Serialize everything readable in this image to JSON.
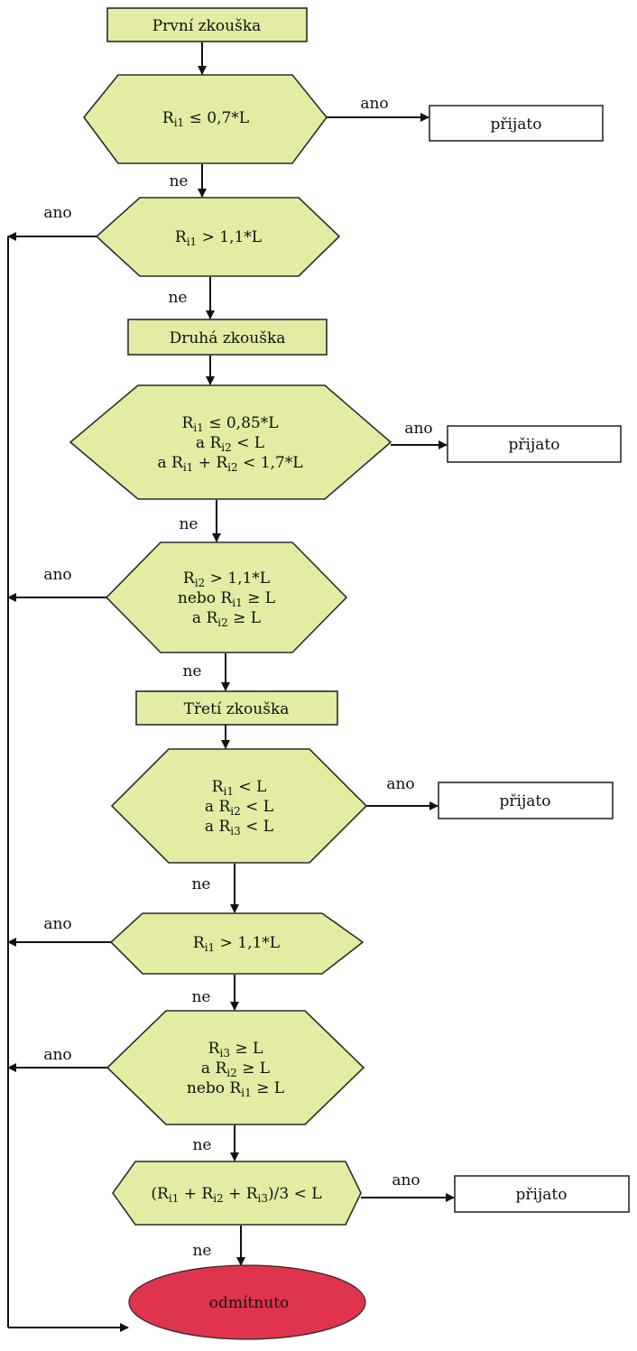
{
  "stages": {
    "first": "První zkouška",
    "second": "Druhá zkouška",
    "third": "Třetí zkouška"
  },
  "decisions": {
    "d1": [
      [
        {
          "t": "R"
        },
        {
          "t": "i1",
          "sub": true
        },
        {
          "t": " ≤ 0,7*L"
        }
      ]
    ],
    "d2": [
      [
        {
          "t": "R"
        },
        {
          "t": "i1",
          "sub": true
        },
        {
          "t": " > 1,1*L"
        }
      ]
    ],
    "d3": [
      [
        {
          "t": "R"
        },
        {
          "t": "i1",
          "sub": true
        },
        {
          "t": " ≤ 0,85*L"
        }
      ],
      [
        {
          "t": "a R"
        },
        {
          "t": "i2",
          "sub": true
        },
        {
          "t": " < L"
        }
      ],
      [
        {
          "t": "a R"
        },
        {
          "t": "i1",
          "sub": true
        },
        {
          "t": " + R"
        },
        {
          "t": "i2",
          "sub": true
        },
        {
          "t": " < 1,7*L"
        }
      ]
    ],
    "d4": [
      [
        {
          "t": "R"
        },
        {
          "t": "i2",
          "sub": true
        },
        {
          "t": " > 1,1*L"
        }
      ],
      [
        {
          "t": "nebo R"
        },
        {
          "t": "i1",
          "sub": true
        },
        {
          "t": " ≥ L"
        }
      ],
      [
        {
          "t": "a R"
        },
        {
          "t": "i2",
          "sub": true
        },
        {
          "t": " ≥ L"
        }
      ]
    ],
    "d5": [
      [
        {
          "t": "R"
        },
        {
          "t": "i1",
          "sub": true
        },
        {
          "t": " < L"
        }
      ],
      [
        {
          "t": "a R"
        },
        {
          "t": "i2",
          "sub": true
        },
        {
          "t": " < L"
        }
      ],
      [
        {
          "t": "a R"
        },
        {
          "t": "i3",
          "sub": true
        },
        {
          "t": " < L"
        }
      ]
    ],
    "d6": [
      [
        {
          "t": "R"
        },
        {
          "t": "i1",
          "sub": true
        },
        {
          "t": " > 1,1*L"
        }
      ]
    ],
    "d7": [
      [
        {
          "t": "R"
        },
        {
          "t": "i3",
          "sub": true
        },
        {
          "t": " ≥ L"
        }
      ],
      [
        {
          "t": "a R"
        },
        {
          "t": "i2",
          "sub": true
        },
        {
          "t": " ≥ L"
        }
      ],
      [
        {
          "t": "nebo R"
        },
        {
          "t": "i1",
          "sub": true
        },
        {
          "t": " ≥ L"
        }
      ]
    ],
    "d8": [
      [
        {
          "t": "(R"
        },
        {
          "t": "i1",
          "sub": true
        },
        {
          "t": " + R"
        },
        {
          "t": "i2",
          "sub": true
        },
        {
          "t": " + R"
        },
        {
          "t": "i3",
          "sub": true
        },
        {
          "t": ")/3 < L"
        }
      ]
    ]
  },
  "results": {
    "accepted": "přijato",
    "rejected": "odmítnuto"
  },
  "edge_labels": {
    "yes": "ano",
    "no": "ne"
  },
  "colors": {
    "node_fill": "#e4eca4",
    "reject_fill": "#e0334e"
  }
}
